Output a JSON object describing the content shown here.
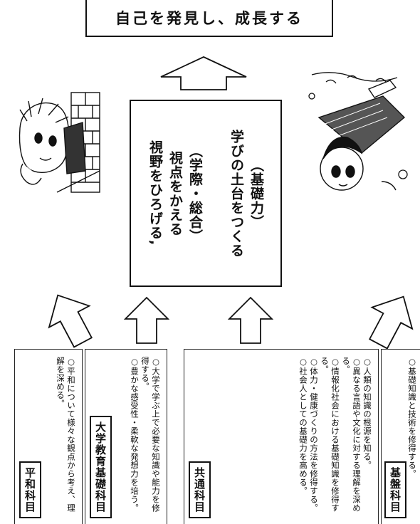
{
  "goal": {
    "text": "自己を発見し、成長する"
  },
  "center": {
    "line1": "視野をひろげる,",
    "line2": "視点をかえる",
    "line3": "（学際・総合）",
    "line4": "学びの土台をつくる",
    "line5": "（基礎力）"
  },
  "courses": [
    {
      "title": "平和科目",
      "items": [
        "○平和について様々な観点から考え、理解を深める。"
      ]
    },
    {
      "title": "大学教育基礎科目",
      "items": [
        "○大学で学ぶ上で必要な知識や能力を修得する。",
        "○豊かな感受性・柔軟な発想力を培う。"
      ]
    },
    {
      "title": "共通科目",
      "items": [
        "○人類の知識の根源を知る。",
        "○異なる言語や文化に対する理解を深める。",
        "○情報化社会における基礎知識を修得する。",
        "○体力・健康づくりの方法を修得する。",
        "○社会人としての基礎力を高める。"
      ]
    },
    {
      "title": "基盤科目",
      "items": [
        "○基礎知識と技術を修得する。"
      ]
    }
  ]
}
